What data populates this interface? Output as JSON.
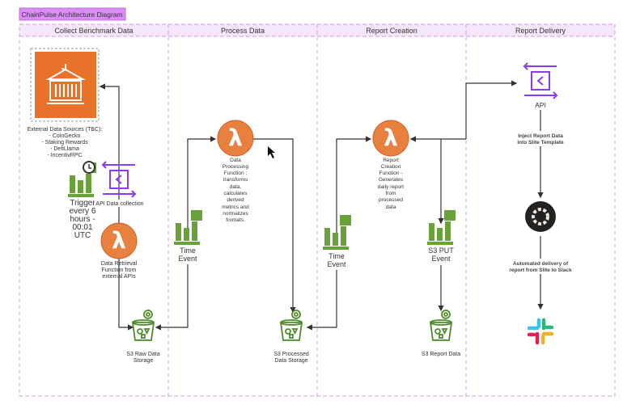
{
  "title": "ChainPulse Architecture Diagram",
  "colors": {
    "title_bg": "#dc8cf7",
    "lane_header": "#f5e6fb",
    "lane_border": "#d49be8",
    "aws_orange": "#e8722a",
    "lambda_orange": "#e8803f",
    "event_green": "#6aa13a",
    "api_purple": "#8b3cf0",
    "arrow": "#333333"
  },
  "lanes": [
    "Collect Benchmark Data",
    "Process Data",
    "Report Creation",
    "Report Delivery"
  ],
  "nodes": {
    "external_sources": {
      "icon": "warehouse-icon",
      "lines": [
        "External Data Sources (TBC):",
        "- CoinGecko",
        "- Staking Rewards",
        "- DefiLlama",
        "- IncentivRPC"
      ]
    },
    "trigger": {
      "icon": "eventbridge-clock-icon",
      "lines": [
        "Trigger",
        "every 6",
        "hours -",
        "00:01",
        "UTC"
      ]
    },
    "api_collection": {
      "icon": "api-gateway-icon",
      "label": "API Data collection"
    },
    "data_retrieval": {
      "icon": "lambda-icon",
      "lines": [
        "Data Retrieval",
        "Function from",
        "external APIs"
      ]
    },
    "s3_raw": {
      "icon": "s3-bucket-icon",
      "lines": [
        "S3 Raw Data",
        "Storage"
      ]
    },
    "time_event_1": {
      "icon": "eventbridge-icon",
      "lines": [
        "Time",
        "Event"
      ]
    },
    "data_processing": {
      "icon": "lambda-icon",
      "lines": [
        "Data",
        "Processing",
        "Function :",
        "transforms",
        "data,",
        "calculates",
        "derived",
        "metrics and",
        "normalizes",
        "formats."
      ]
    },
    "s3_processed": {
      "icon": "s3-bucket-icon",
      "lines": [
        "S3 Processed",
        "Data Storage"
      ]
    },
    "time_event_2": {
      "icon": "eventbridge-icon",
      "lines": [
        "Time",
        "Event"
      ]
    },
    "report_creation": {
      "icon": "lambda-icon",
      "lines": [
        "Report",
        "Creation",
        "Function -",
        "Generates",
        "daily report",
        "from",
        "processed",
        "data"
      ]
    },
    "s3_put_event": {
      "icon": "eventbridge-icon",
      "lines": [
        "S3 PUT",
        "Event"
      ]
    },
    "s3_report": {
      "icon": "s3-bucket-icon",
      "lines": [
        "S3 Report Data"
      ]
    },
    "api": {
      "icon": "api-gateway-icon",
      "label": "API"
    },
    "inject_label": {
      "lines": [
        "Inject Report Data",
        "into Slite Template"
      ]
    },
    "slite": {
      "icon": "slite-logo-icon"
    },
    "delivery_label": {
      "lines": [
        "Automated delivery of",
        "report from Slite to Slack"
      ]
    },
    "slack": {
      "icon": "slack-logo-icon"
    }
  }
}
